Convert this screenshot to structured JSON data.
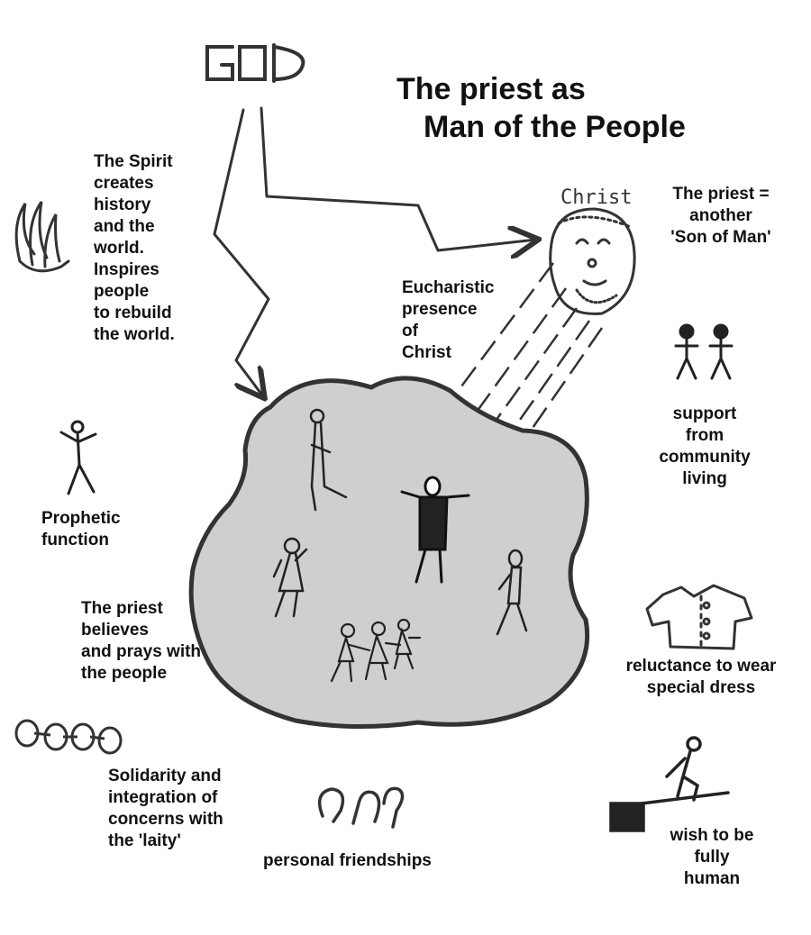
{
  "title": {
    "line1": "The priest as",
    "line2": "Man of the People"
  },
  "god_label": "GOD",
  "christ_label": "Christ",
  "labels": {
    "spirit": "The Spirit\ncreates\nhistory\nand the\nworld.\nInspires\npeople\nto rebuild\nthe world.",
    "eucharistic": "Eucharistic\npresence\nof\nChrist",
    "son_of_man": "The priest =\nanother\n'Son of Man'",
    "community": "support\nfrom\ncommunity\nliving",
    "prophetic": "Prophetic\nfunction",
    "believes": "The priest\nbelieves\nand prays with\nthe people",
    "dress": "reluctance to wear\nspecial dress",
    "solidarity": "Solidarity and\nintegration of\nconcerns with\nthe 'laity'",
    "friendships": "personal friendships",
    "human": "wish to be\nfully\nhuman"
  },
  "icons": [
    "god-lettering-icon",
    "zigzag-arrow-icon",
    "christ-face-icon",
    "dove-flame-icon",
    "two-people-icon",
    "stick-figure-icon",
    "people-blob-icon",
    "shirt-icon",
    "chain-links-icon",
    "friendship-heads-icon",
    "diving-figure-icon"
  ],
  "colors": {
    "ink": "#333333",
    "blob_fill": "#cfcfcf",
    "background": "#ffffff"
  }
}
